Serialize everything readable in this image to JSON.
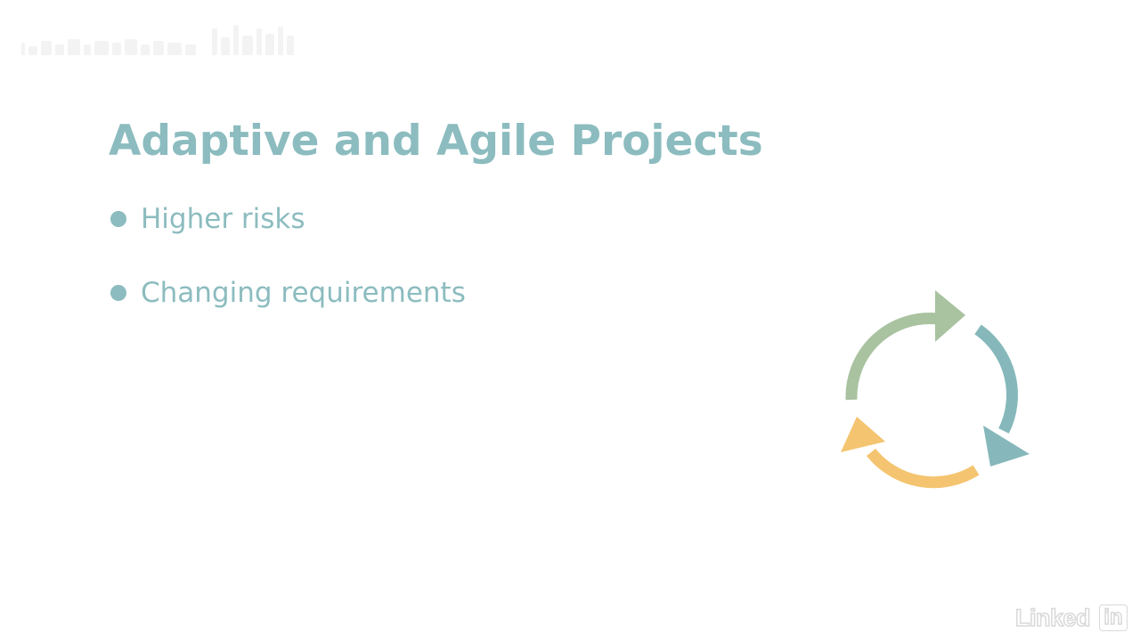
{
  "slide": {
    "title": "Adaptive and Agile Projects",
    "bullets": [
      "Higher risks",
      "Changing requirements"
    ]
  },
  "cycle_graphic": {
    "icon": "cycle-arrows-icon",
    "colors": [
      "#a9c2a0",
      "#86b8bb",
      "#f4c470"
    ]
  },
  "brand": {
    "name": "Linked",
    "badge": "in"
  },
  "colors": {
    "accent": "#8cbcbf",
    "background": "#ffffff"
  }
}
